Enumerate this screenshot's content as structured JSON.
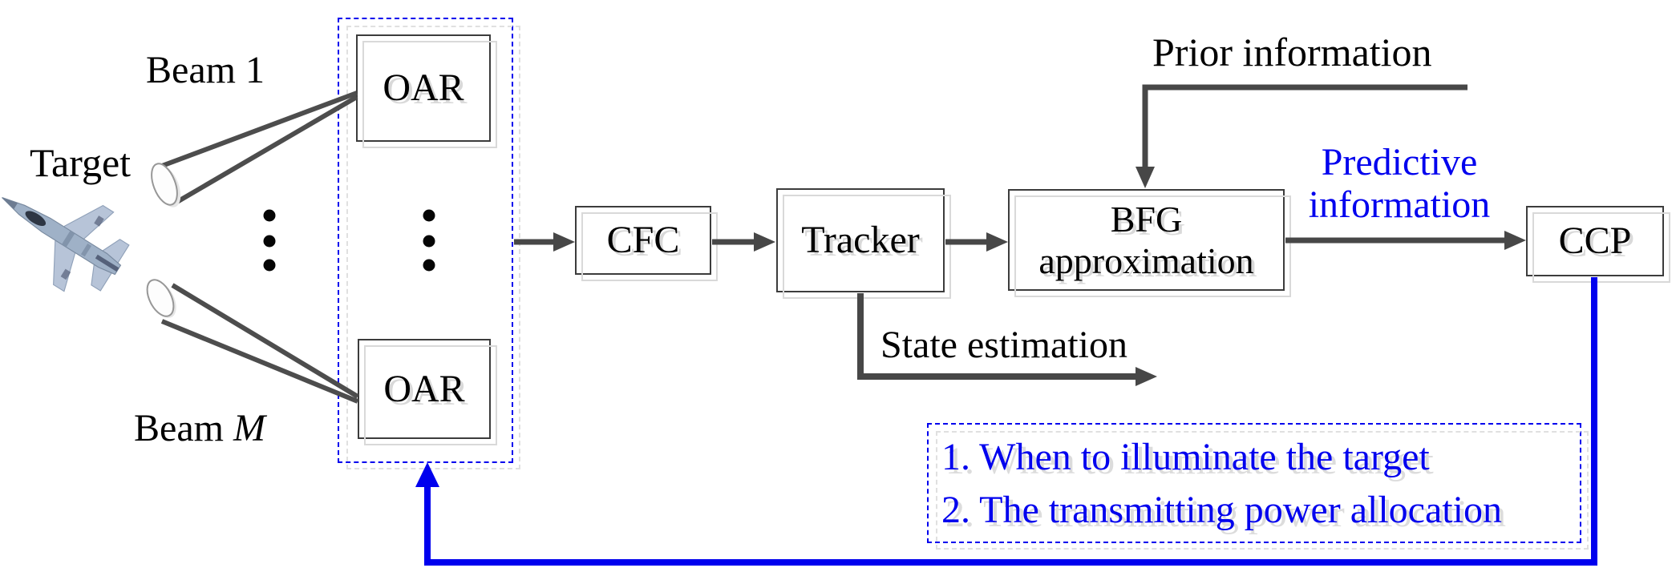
{
  "figure": {
    "left": {
      "beam1_label": "Beam 1",
      "beamM_prefix": "Beam ",
      "beamM_italic": "M",
      "target_label": "Target"
    },
    "boxes": {
      "oar_top": "OAR",
      "oar_bottom": "OAR",
      "cfc": "CFC",
      "tracker": "Tracker",
      "bfg_line1": "BFG",
      "bfg_line2": "approximation",
      "ccp": "CCP"
    },
    "flow_labels": {
      "prior": "Prior information",
      "state": "State estimation",
      "predictive_line1": "Predictive",
      "predictive_line2": "information"
    },
    "decision_box": {
      "item1": "1. When to illuminate the target",
      "item2": "2. The transmitting power allocation"
    },
    "colors": {
      "accent_blue": "#0000ee",
      "line_gray": "#474747",
      "box_border_gray": "#3c3c3c",
      "shadow_gray": "#d9d9d9"
    }
  }
}
